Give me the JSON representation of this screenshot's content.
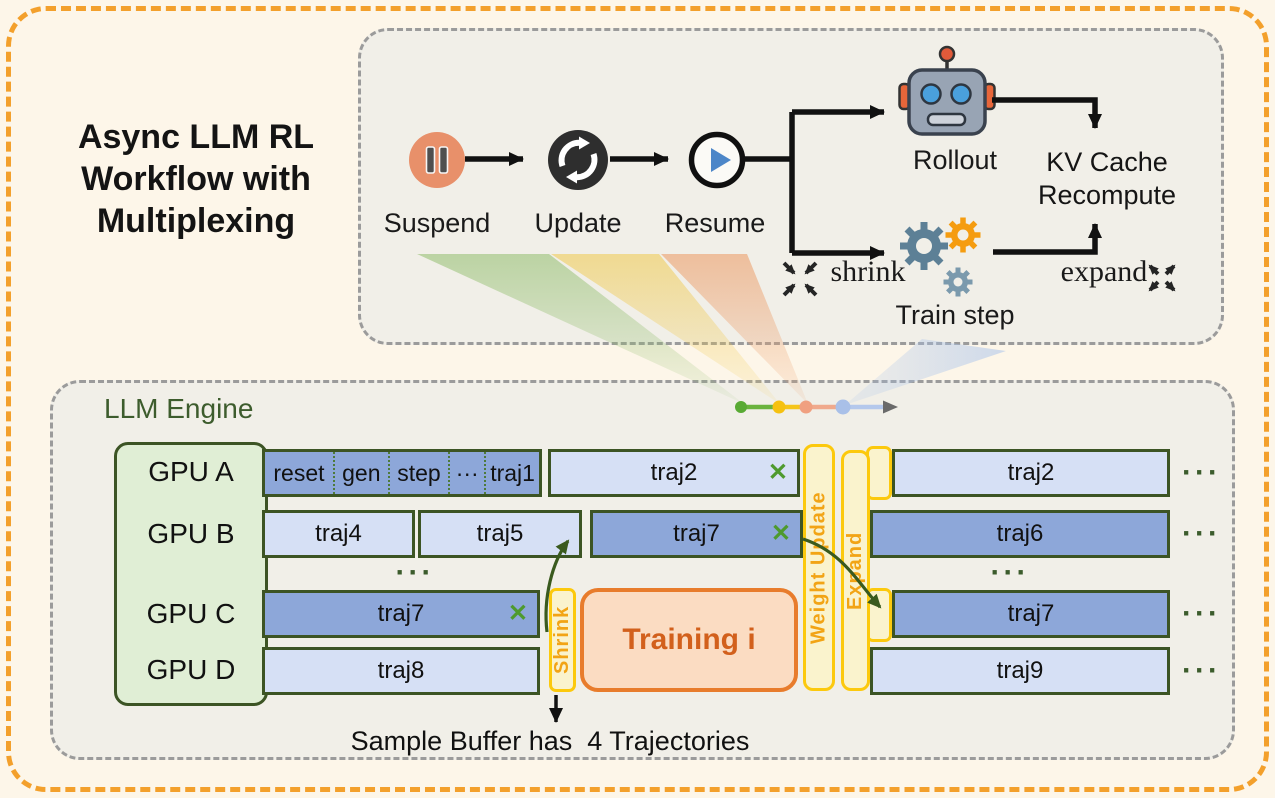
{
  "title": {
    "line1": "Async LLM RL",
    "line2": "Workflow with",
    "line3": "Multiplexing"
  },
  "workflow": {
    "suspend": "Suspend",
    "update": "Update",
    "resume": "Resume",
    "rollout": "Rollout",
    "kv_line1": "KV Cache",
    "kv_line2": "Recompute",
    "shrink": "shrink",
    "expand": "expand",
    "train": "Train step"
  },
  "engine": {
    "title": "LLM Engine",
    "gpu_a": "GPU A",
    "gpu_b": "GPU B",
    "gpu_c": "GPU C",
    "gpu_d": "GPU D",
    "seg": [
      "reset",
      "gen",
      "step",
      "···",
      "traj1"
    ],
    "a2": "traj2",
    "a3": "traj2",
    "b1": "traj4",
    "b2": "traj5",
    "b3": "traj7",
    "b4": "traj6",
    "c1": "traj7",
    "c2": "traj7",
    "d1": "traj8",
    "d2": "traj9",
    "cross": "✕",
    "ellipsis": "···",
    "shrink_bar": "Shrink",
    "weight_update_bar": "Weight Update",
    "expand_bar": "Expand",
    "training": "Training i",
    "caption": "Sample Buffer has  4 Trajectories"
  },
  "icons": {
    "suspend": "pause-circle",
    "update": "sync-arrows-circle",
    "resume": "play-circle",
    "rollout": "robot",
    "train": "gears",
    "shrink": "arrows-inward",
    "expand": "arrows-outward",
    "timeline": "colored-timeline-arrow"
  },
  "colors": {
    "outer_dash": "#f3a02c",
    "panel_dash": "#9b9b9b",
    "dark_green": "#3c5424",
    "bar_dark_blue": "#8da7d9",
    "bar_light_blue": "#d6e0f5",
    "yellow_fill": "#faf3cd",
    "yellow_border": "#fcc90d",
    "yellow_text": "#f2a415",
    "training_fill": "#fbdcc2",
    "training_border": "#e87c2c",
    "training_text": "#d2601c",
    "suspend_circle": "#e8906a",
    "play_triangle": "#4c86c8",
    "cross_green": "#4e9a2e"
  }
}
